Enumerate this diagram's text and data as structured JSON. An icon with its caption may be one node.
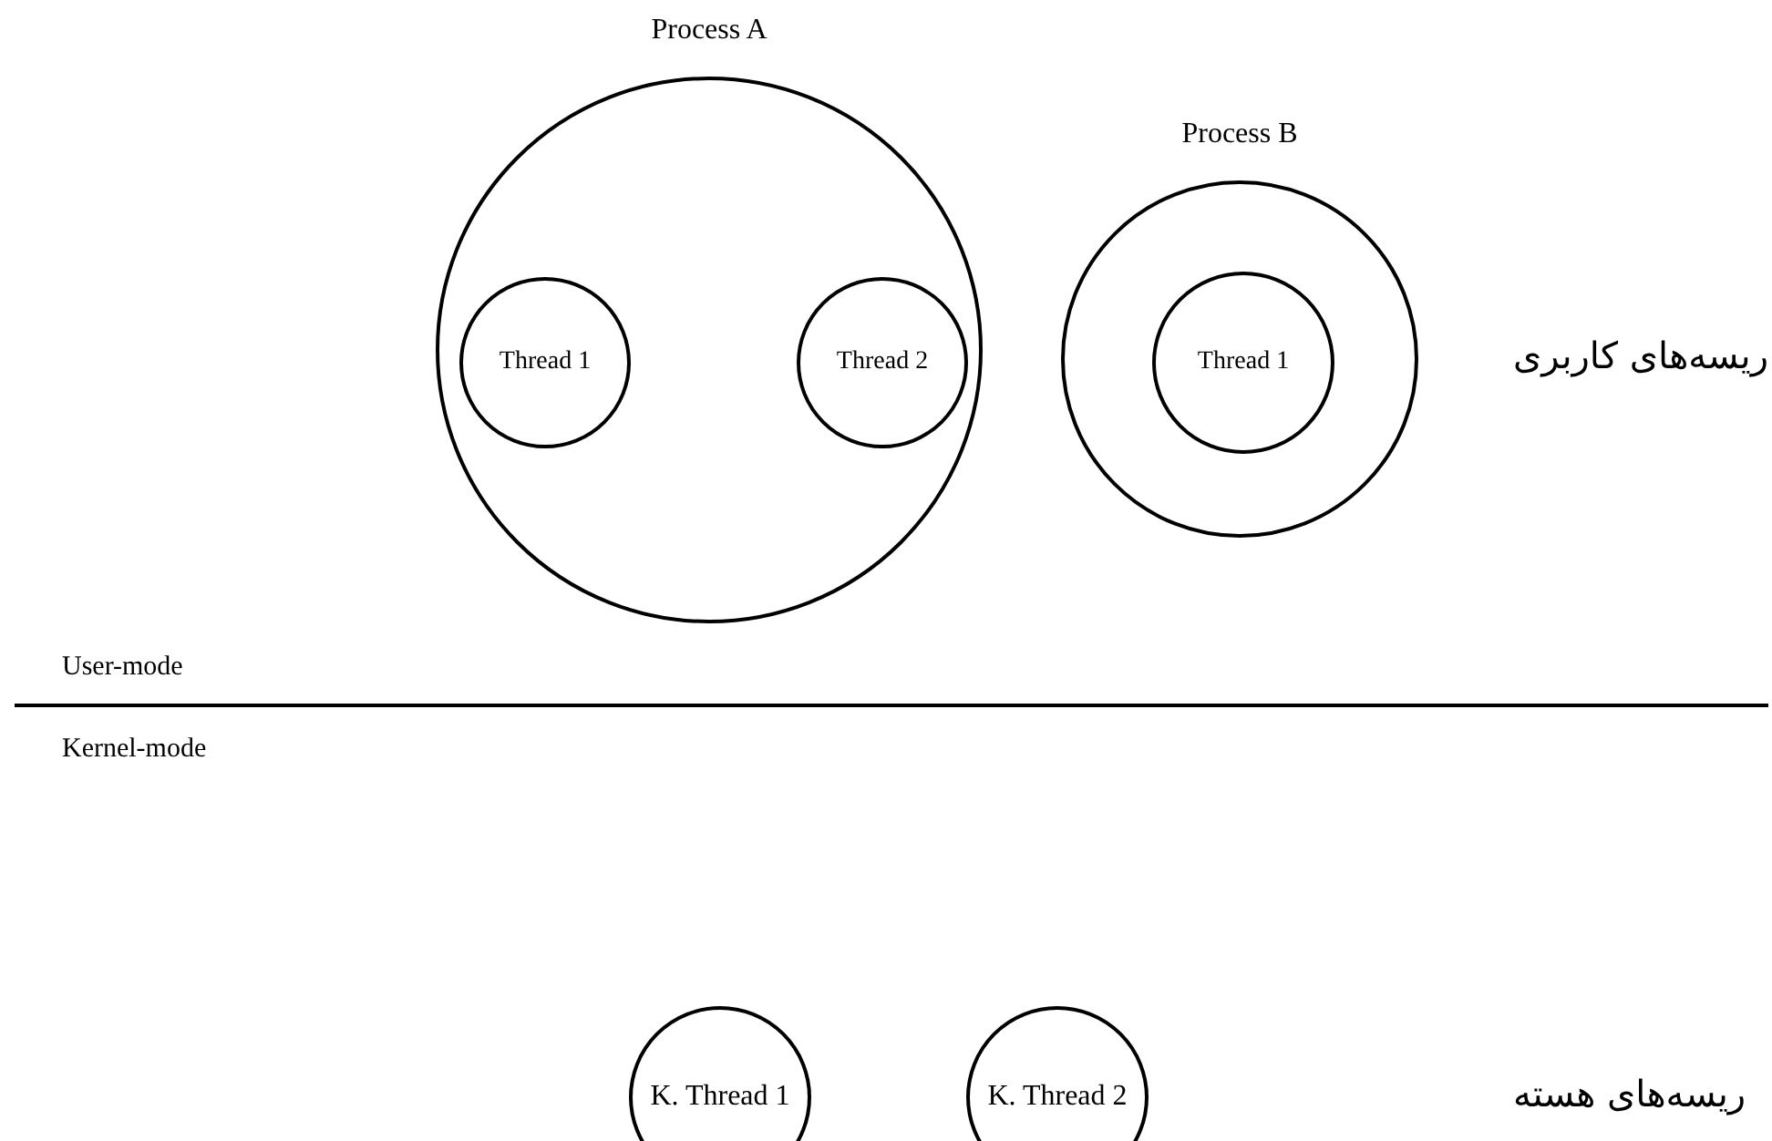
{
  "diagram": {
    "nodes": [
      {
        "text": [
          "Process A"
        ]
      },
      {
        "text": [
          "Thread 1"
        ],
        "in": 0
      },
      {
        "text": [
          "Thread 2"
        ],
        "in": 0
      },
      {
        "text": [
          "Process B"
        ]
      },
      {
        "text": [
          "Thread 1"
        ],
        "in": 3
      },
      {
        "text": [
          "K. Thread 1"
        ]
      },
      {
        "text": [
          "K. Thread 2"
        ]
      }
    ],
    "labels": [
      "ریسه‌های کاربری",
      "User-mode",
      "Kernel-mode",
      "ریسه‌های هسته"
    ]
  }
}
